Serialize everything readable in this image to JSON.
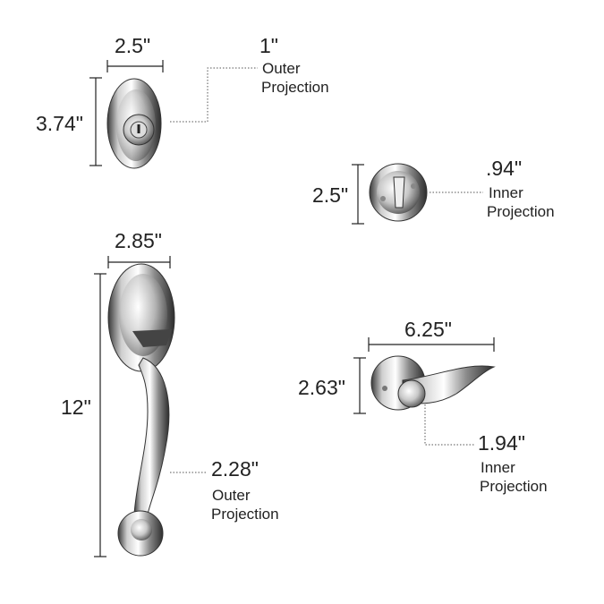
{
  "deadbolt_exterior": {
    "width": "2.5\"",
    "height": "3.74\"",
    "projection_value": "1\"",
    "projection_side": "Outer",
    "projection_label": "Projection"
  },
  "deadbolt_interior": {
    "height": "2.5\"",
    "projection_value": ".94\"",
    "projection_side": "Inner",
    "projection_label": "Projection"
  },
  "handleset": {
    "width": "2.85\"",
    "height": "12\"",
    "projection_value": "2.28\"",
    "projection_side": "Outer",
    "projection_label": "Projection"
  },
  "lever": {
    "width": "6.25\"",
    "height": "2.63\"",
    "projection_value": "1.94\"",
    "projection_side": "Inner",
    "projection_label": "Projection"
  },
  "colors": {
    "ink": "#222222",
    "chrome_dark": "#4a4a4a",
    "chrome_light": "#f2f2f2"
  }
}
